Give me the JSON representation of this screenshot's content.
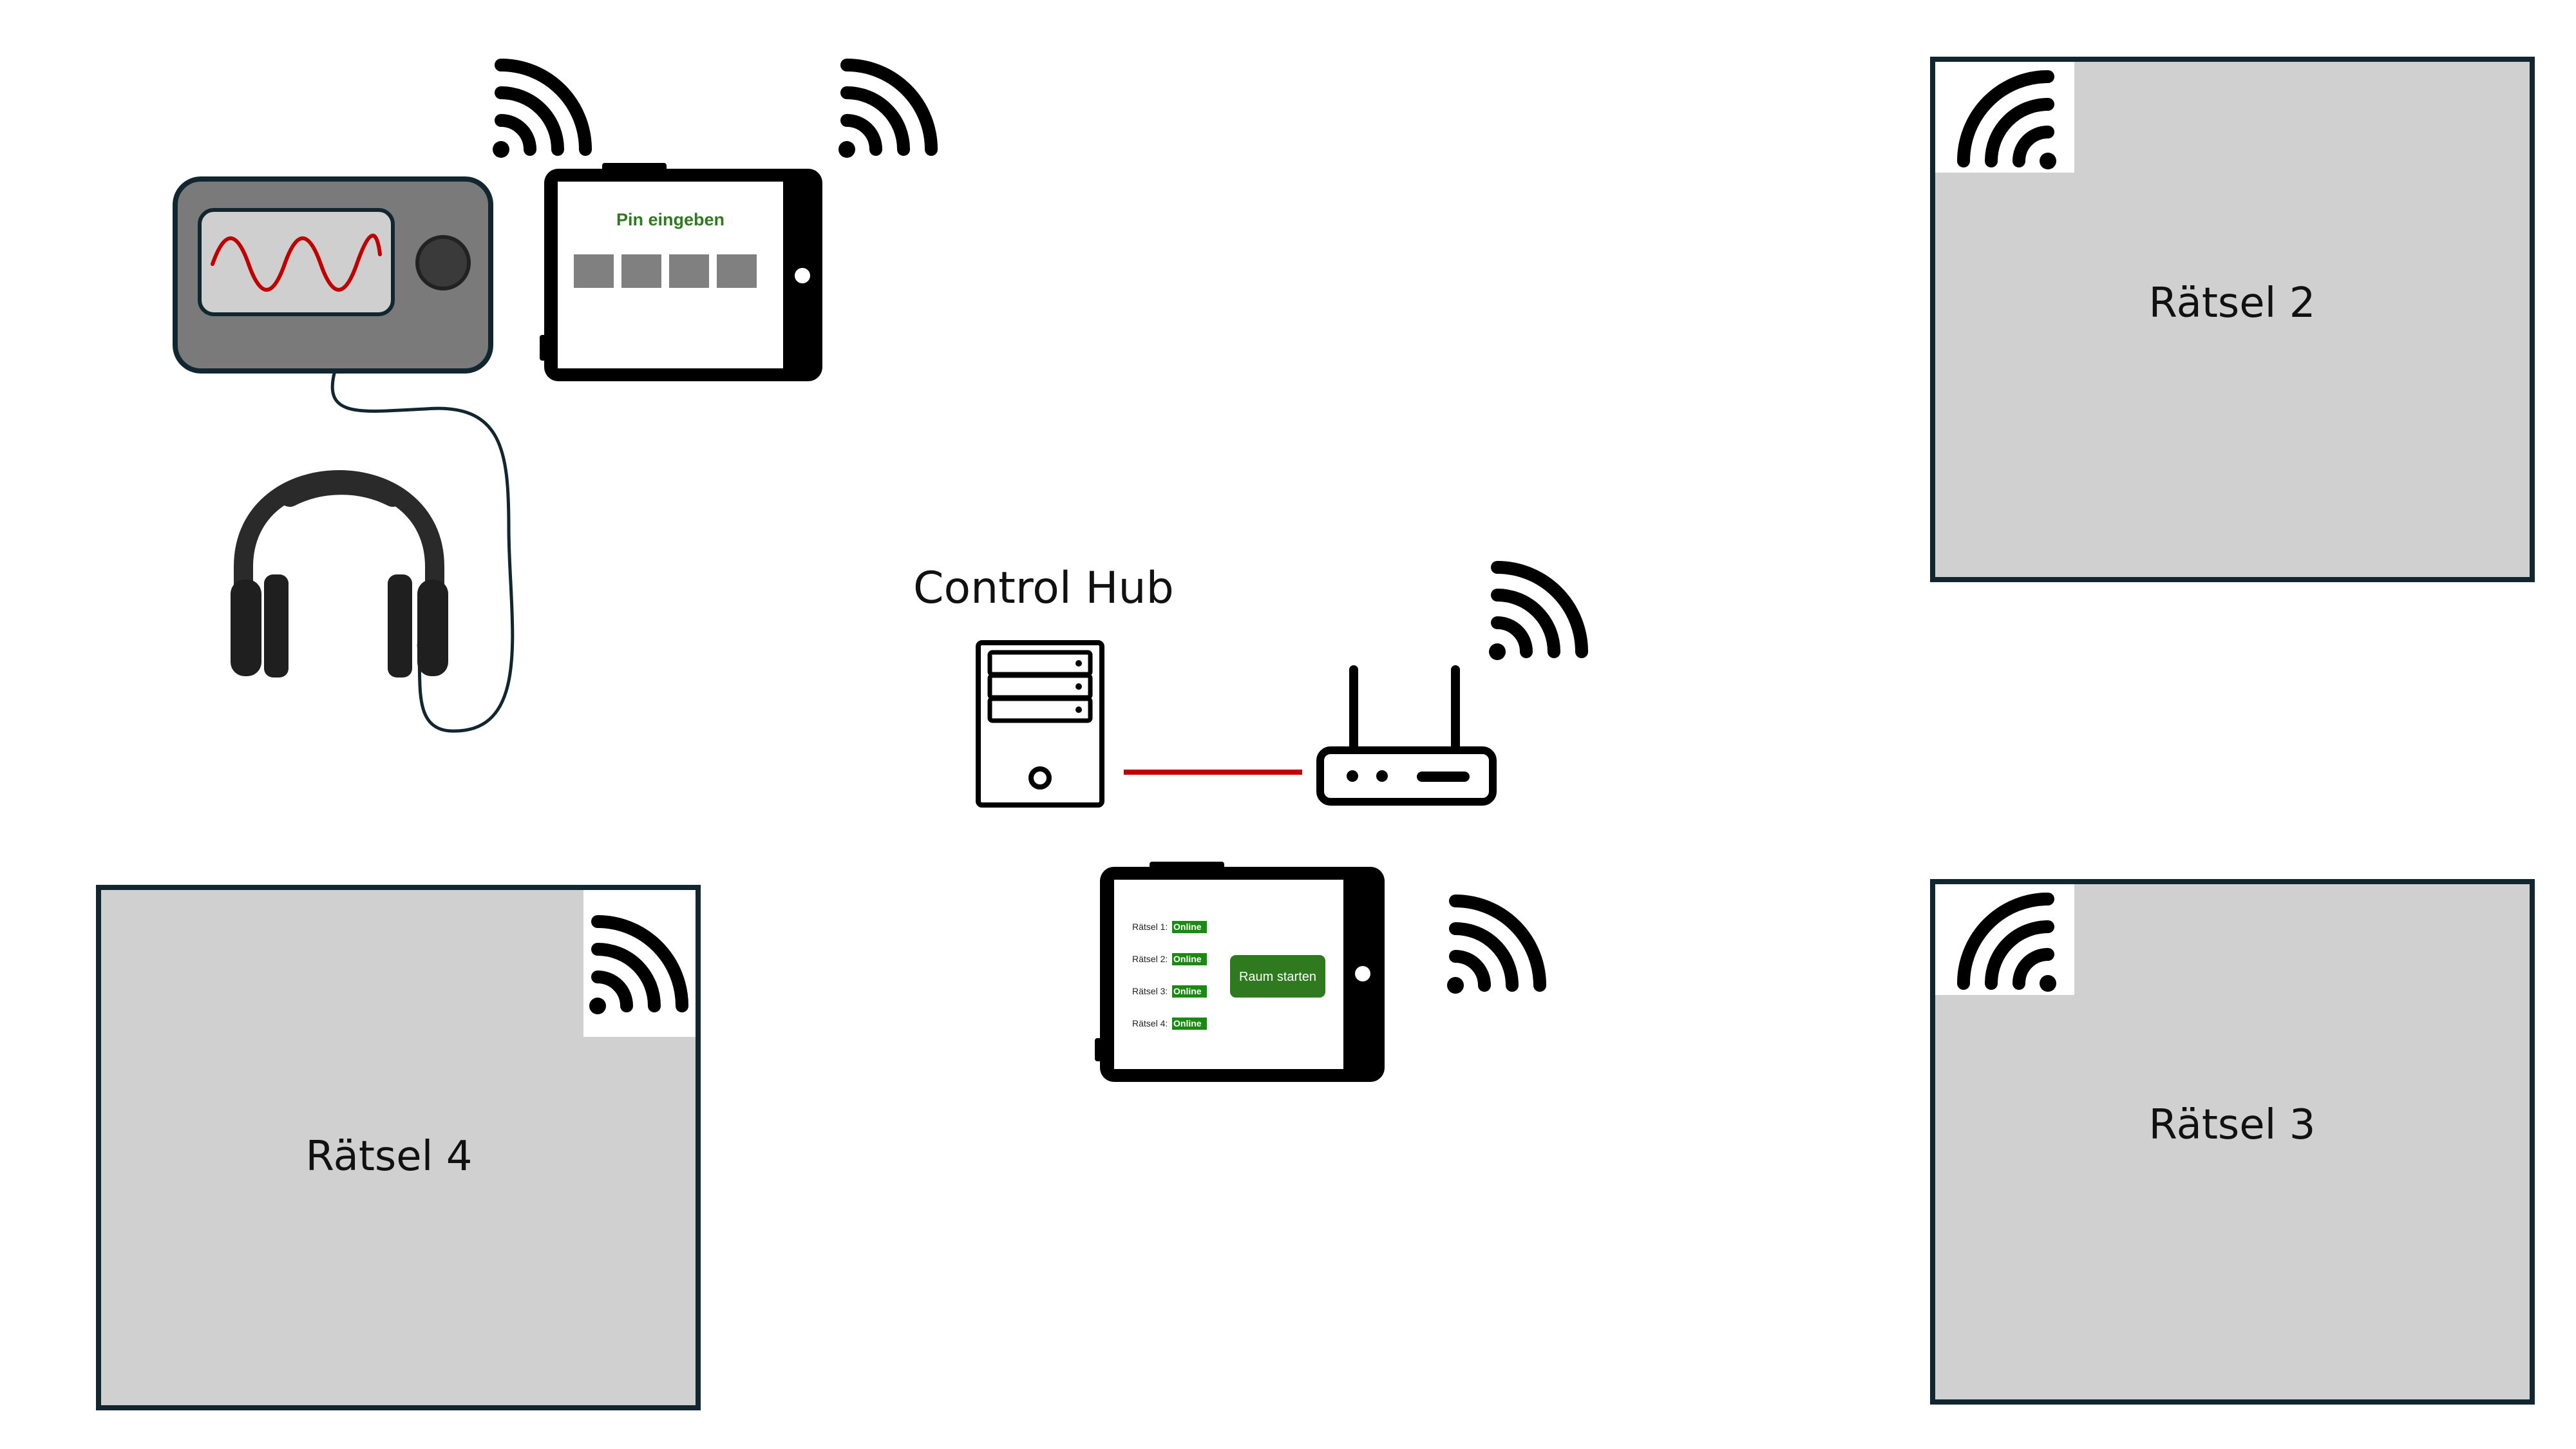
{
  "colors": {
    "green": "#2f7a1f",
    "online_green": "#1b8a12",
    "frame": "#122630",
    "puzzle_fill": "#d0d0d0",
    "cable_red": "#c00000",
    "wave_red": "#c00000"
  },
  "icons": {
    "wifi": "wifi-icon",
    "headphones": "headphones-icon",
    "server": "server-icon",
    "router": "router-icon",
    "tablet": "tablet-icon",
    "oscillator": "oscillator-icon"
  },
  "control_hub": {
    "label": "Control Hub"
  },
  "pin_tablet": {
    "title": "Pin eingeben"
  },
  "hub_tablet": {
    "status_rows": [
      {
        "label": "Rätsel 1:",
        "status": "Online"
      },
      {
        "label": "Rätsel 2:",
        "status": "Online"
      },
      {
        "label": "Rätsel 3:",
        "status": "Online"
      },
      {
        "label": "Rätsel 4:",
        "status": "Online"
      }
    ],
    "start_button": "Raum starten"
  },
  "puzzles": {
    "p2": {
      "label": "Rätsel 2"
    },
    "p3": {
      "label": "Rätsel 3"
    },
    "p4": {
      "label": "Rätsel 4"
    }
  }
}
